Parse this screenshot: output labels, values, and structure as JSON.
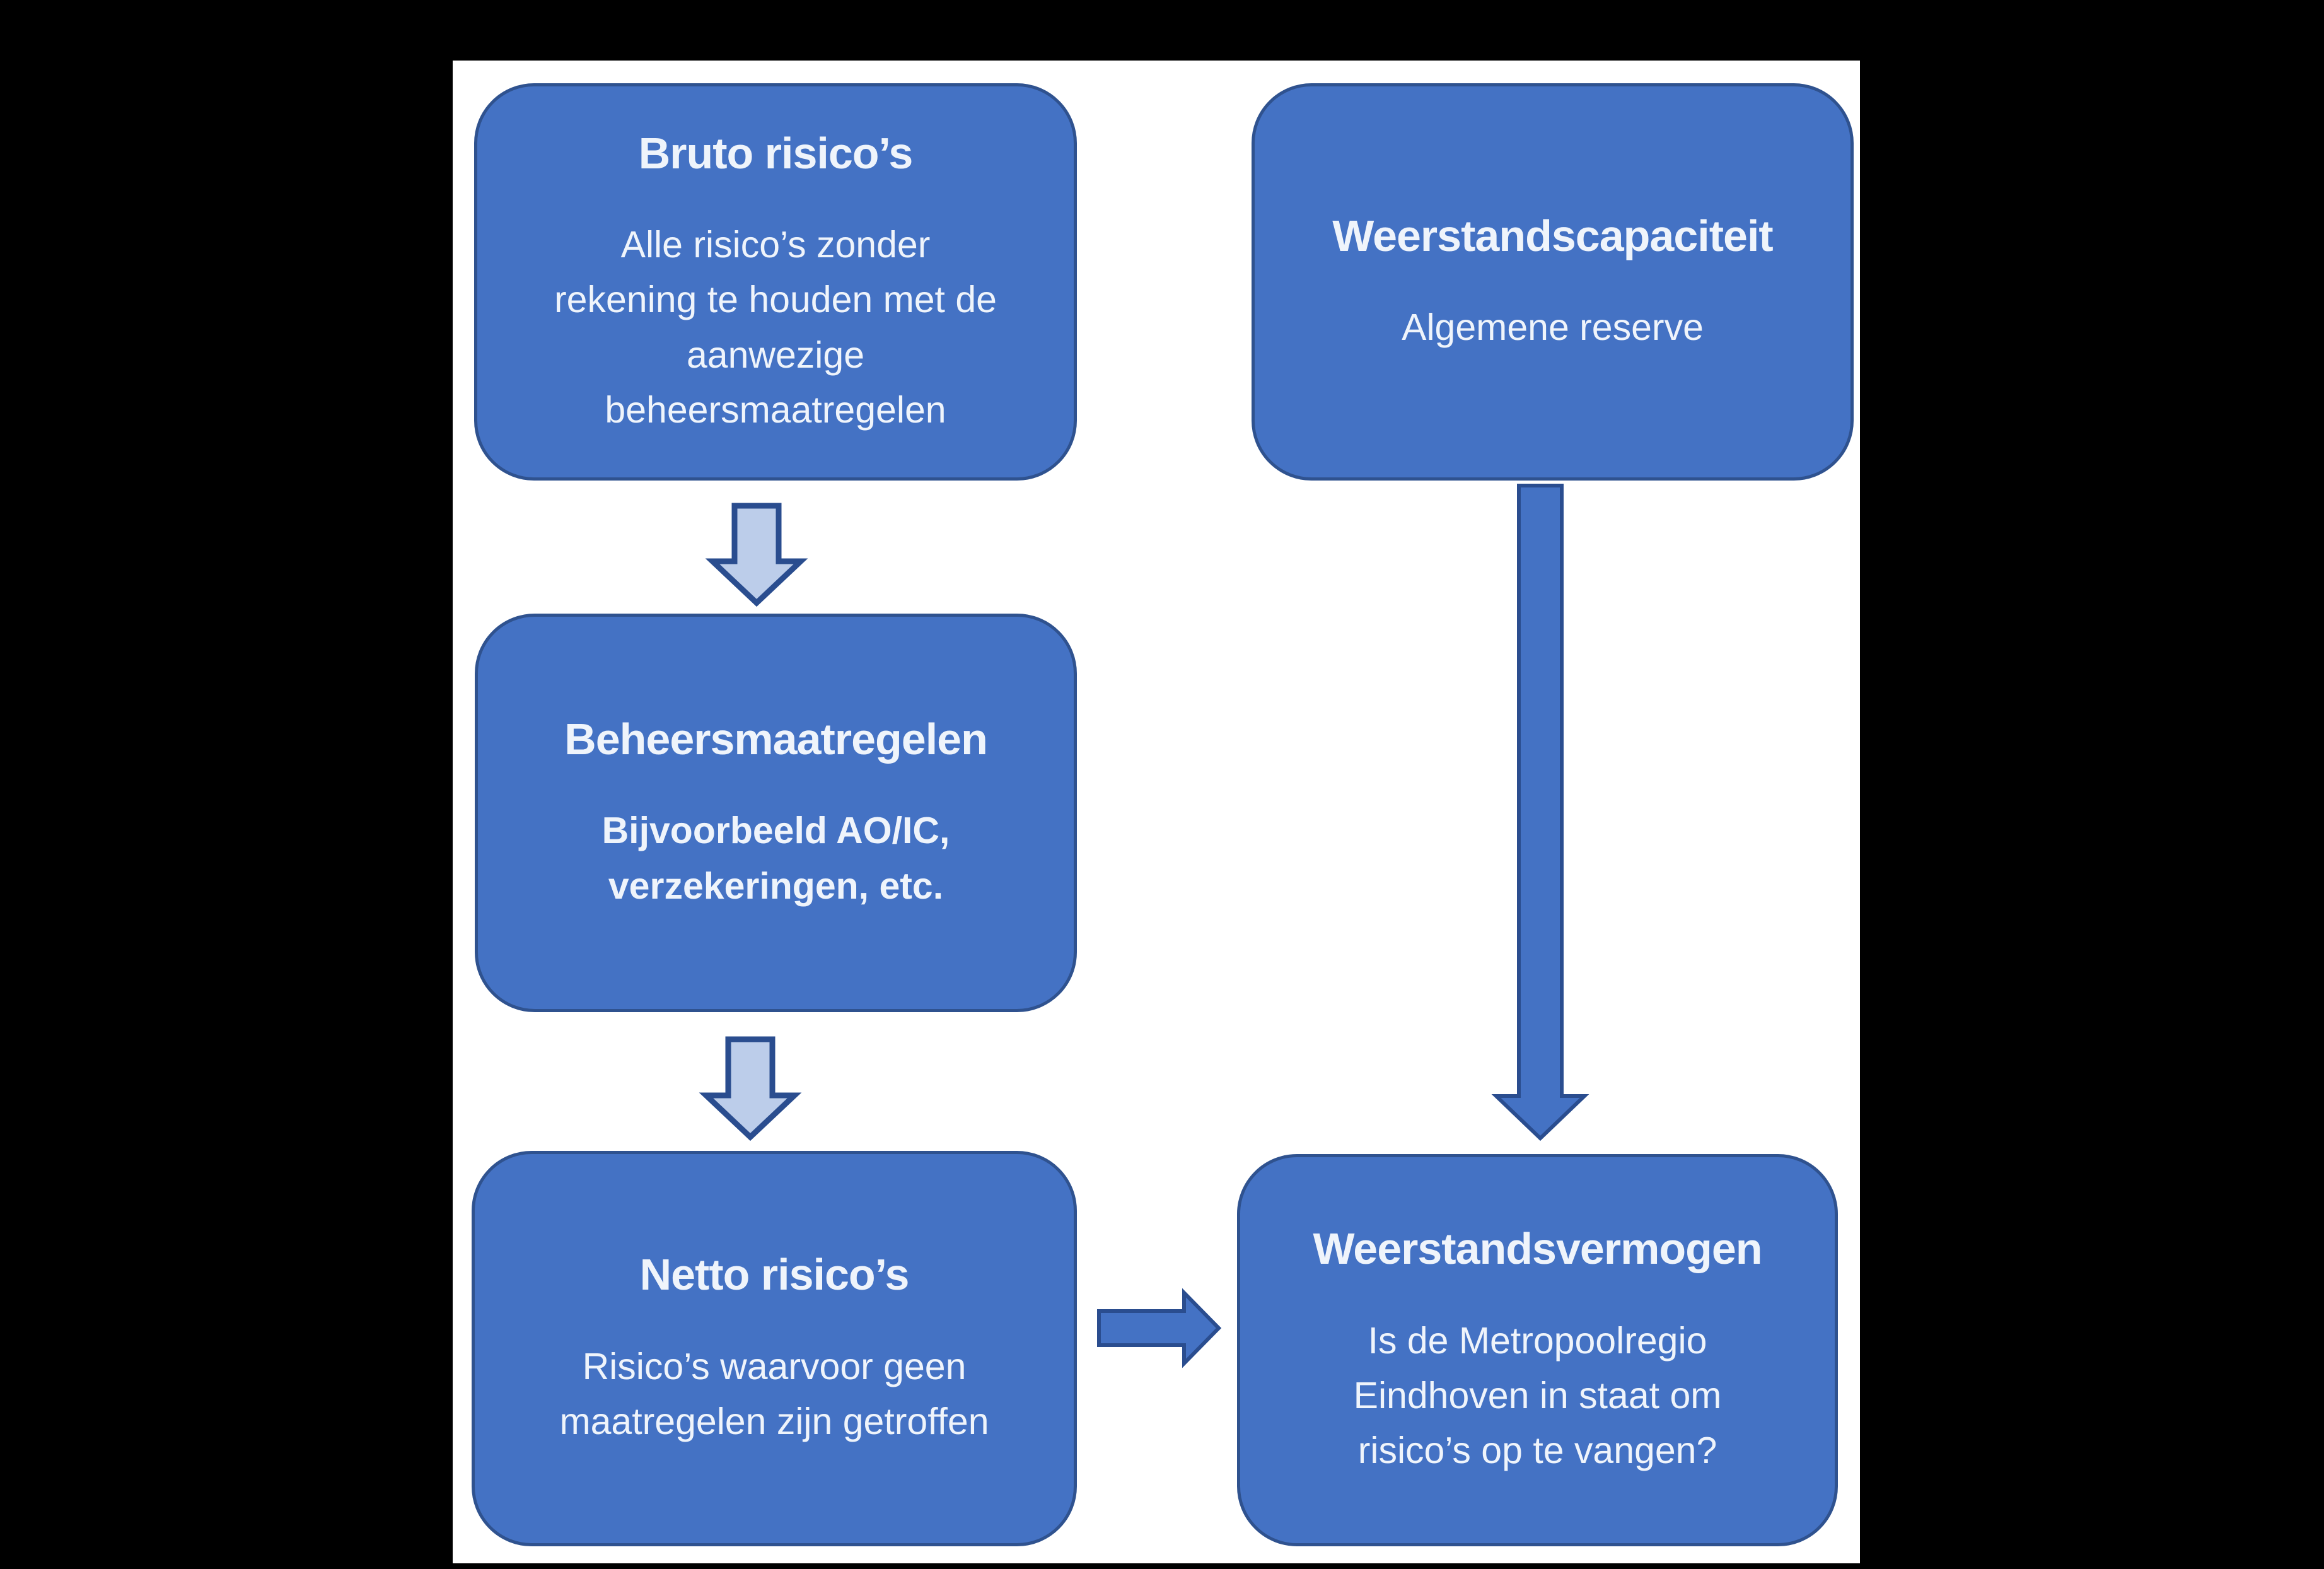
{
  "diagram_title": "Weerstandsvermogen flow diagram",
  "boxes": [
    {
      "id": "bruto-risicos",
      "title": "Bruto risico’s",
      "body": "Alle risico’s zonder\nrekening te houden met de\naanwezige\nbeheersmaatregelen"
    },
    {
      "id": "weerstandscapaciteit",
      "title": "Weerstandscapaciteit",
      "body": "Algemene reserve"
    },
    {
      "id": "beheersmaatregelen",
      "title": "Beheersmaatregelen",
      "body": "Bijvoorbeeld AO/IC,\nverzekeringen, etc."
    },
    {
      "id": "netto-risicos",
      "title": "Netto risico’s",
      "body": "Risico’s waarvoor geen\nmaatregelen zijn getroffen"
    },
    {
      "id": "weerstandsvermogen",
      "title": "Weerstandsvermogen",
      "body": "Is de Metropoolregio\nEindhoven in staat om\nrisico’s op te vangen?"
    }
  ],
  "arrows": [
    {
      "from": "bruto-risicos",
      "to": "beheersmaatregelen",
      "direction": "down",
      "style": "light"
    },
    {
      "from": "beheersmaatregelen",
      "to": "netto-risicos",
      "direction": "down",
      "style": "light"
    },
    {
      "from": "weerstandscapaciteit",
      "to": "weerstandsvermogen",
      "direction": "down",
      "style": "solid"
    },
    {
      "from": "netto-risicos",
      "to": "weerstandsvermogen",
      "direction": "right",
      "style": "solid"
    }
  ],
  "colors": {
    "background": "#000000",
    "canvas": "#FFFFFF",
    "box_fill": "#4472C4",
    "box_border": "#2F528F",
    "light_arrow_fill": "#BCCDEA",
    "arrow_border": "#2A4D8F",
    "solid_arrow_fill": "#4472C4",
    "text": "#EFF4FB"
  }
}
